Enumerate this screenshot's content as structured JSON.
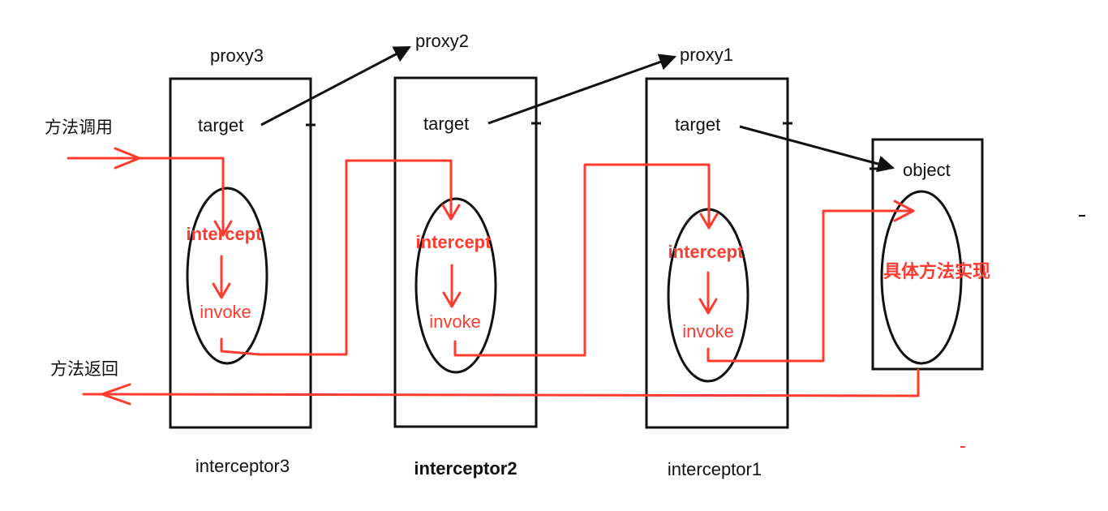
{
  "colors": {
    "flow": "#ff3b30",
    "outline": "#111111"
  },
  "labels": {
    "method_call": "方法调用",
    "method_return": "方法返回",
    "object_impl": "具体方法实现",
    "object_target": "object"
  },
  "interceptors": [
    {
      "proxy": "proxy3",
      "target": "target",
      "intercept": "intercept",
      "invoke": "invoke",
      "name": "interceptor3"
    },
    {
      "proxy": "proxy2",
      "target": "target",
      "intercept": "intercept",
      "invoke": "invoke",
      "name": "interceptor2"
    },
    {
      "proxy": "proxy1",
      "target": "target",
      "intercept": "intercept",
      "invoke": "invoke",
      "name": "interceptor1"
    }
  ]
}
